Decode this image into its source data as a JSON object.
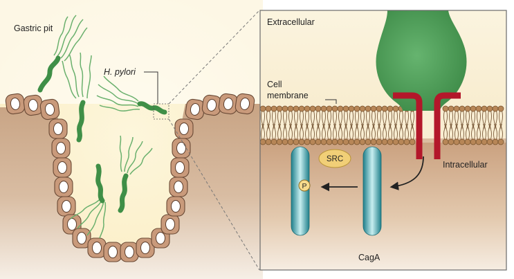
{
  "labels": {
    "gastric_pit": "Gastric pit",
    "h_pylori": "H. pylori",
    "extracellular": "Extracellular",
    "cell_membrane_line1": "Cell",
    "cell_membrane_line2": "membrane",
    "intracellular": "Intracellular",
    "src": "SRC",
    "phospho": "P",
    "caga": "CagA"
  },
  "colors": {
    "tissue": "#b08a6c",
    "lumen": "#fdf3d2",
    "cell_fill": "#c99a7b",
    "cell_stroke": "#6a4a36",
    "nucleus": "#ffffff",
    "bacterium": "#3f8f47",
    "flagella": "#6ab06d",
    "membrane_head": "#b78657",
    "inset_cytoplasm": "#d3ad8b",
    "secretion_system": "#b3172a",
    "bulb": "#4e9d58",
    "caga": "#2c9ca5",
    "src": "#f1cf77"
  },
  "icons": [
    "arrow-icon",
    "curved-arrow-icon",
    "bacterium-icon"
  ]
}
